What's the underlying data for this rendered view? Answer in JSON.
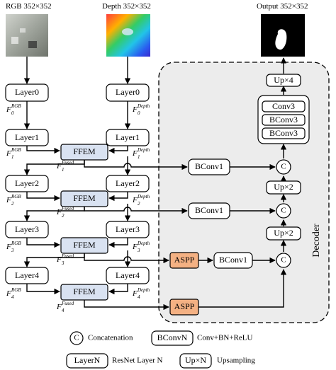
{
  "titles": {
    "rgb": "RGB  352×352",
    "depth": "Depth  352×352",
    "output": "Output  352×352"
  },
  "boxes": {
    "layer0": "Layer0",
    "layer1": "Layer1",
    "layer2": "Layer2",
    "layer3": "Layer3",
    "layer4": "Layer4",
    "ffem": "FFEM",
    "bconv1": "BConv1",
    "aspp": "ASPP",
    "up4": "Up×4",
    "up2": "Up×2",
    "conv3": "Conv3",
    "bconv3": "BConv3",
    "concat": "C"
  },
  "features": {
    "F": "F",
    "rgb": "RGB",
    "depth": "Depth",
    "fused": "Fused",
    "idx0": "0",
    "idx1": "1",
    "idx2": "2",
    "idx3": "3",
    "idx4": "4"
  },
  "decoder_label": "Decoder",
  "legend": {
    "concat_symbol": "C",
    "concat_text": "Concatenation",
    "bconv_symbol": "BConvN",
    "bconv_text": "Conv+BN+ReLU",
    "layer_symbol": "LayerN",
    "layer_text": "ResNet Layer N",
    "up_symbol": "Up×N",
    "up_text": "Upsampling"
  },
  "colors": {
    "ffem_fill": "#d9e2f1",
    "aspp_fill": "#f4b183",
    "decoder_fill": "#ececec"
  }
}
